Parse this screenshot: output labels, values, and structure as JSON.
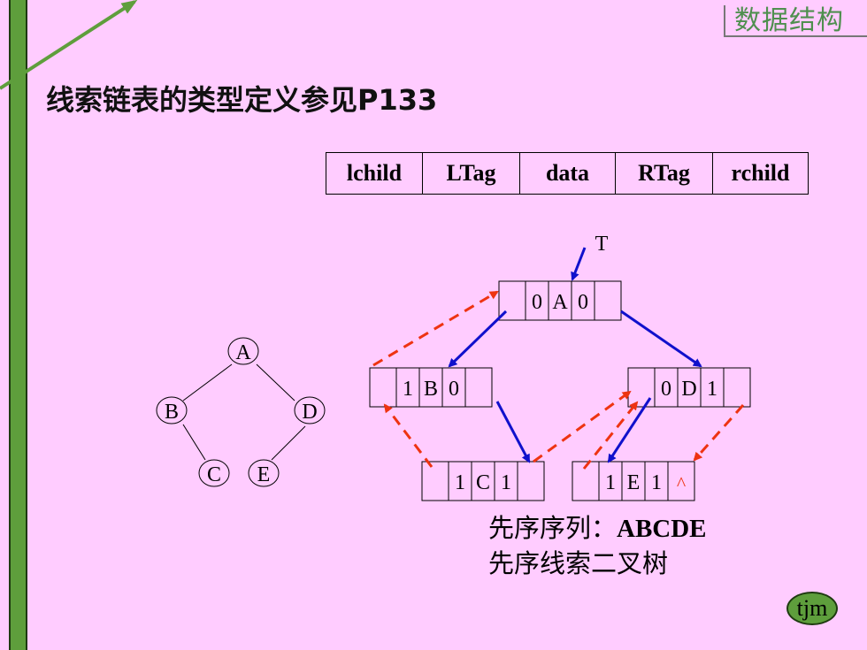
{
  "brand": "数据结构",
  "title": "线索链表的类型定义参见P133",
  "struct_fields": [
    "lchild",
    "LTag",
    "data",
    "RTag",
    "rchild"
  ],
  "tree": {
    "nodes": [
      "A",
      "B",
      "D",
      "C",
      "E"
    ]
  },
  "pointer_label": "T",
  "thread_nodes": {
    "A": [
      "",
      "0",
      "A",
      "0",
      ""
    ],
    "B": [
      "",
      "1",
      "B",
      "0",
      ""
    ],
    "D": [
      "",
      "0",
      "D",
      "1",
      ""
    ],
    "C": [
      "",
      "1",
      "C",
      "1",
      ""
    ],
    "E": [
      "",
      "1",
      "E",
      "1",
      "^"
    ]
  },
  "sequence": {
    "prefix": "先序序列：",
    "value": "ABCDE"
  },
  "caption": "先序线索二叉树",
  "badge": "tjm",
  "colors": {
    "background": "#FFCCFF",
    "bar": "#5E9E3C",
    "child_arrow": "#1010CC",
    "thread_arrow": "#EE3311",
    "brand": "#4F8F4F"
  }
}
